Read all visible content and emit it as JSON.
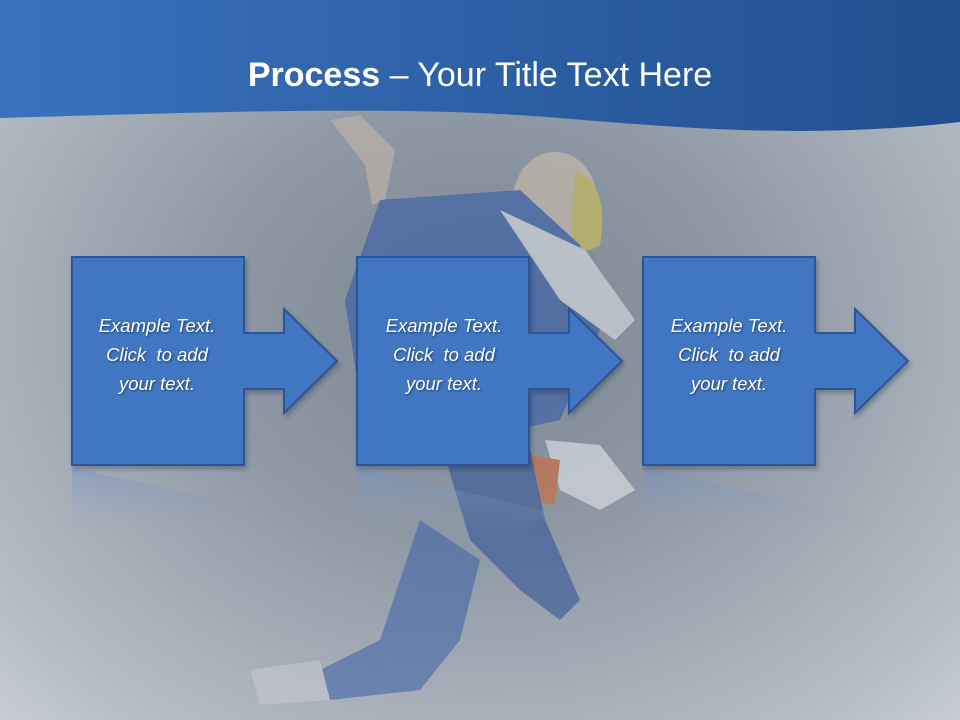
{
  "title": {
    "bold_part": "Process",
    "rest_part": " – Your Title Text Here"
  },
  "steps": [
    {
      "lines": [
        "Example Text.",
        "Click  to add",
        "your text."
      ]
    },
    {
      "lines": [
        "Example Text.",
        "Click  to add",
        "your text."
      ]
    },
    {
      "lines": [
        "Example Text.",
        "Click  to add",
        "your text."
      ]
    }
  ],
  "colors": {
    "header_dark": "#1f4f8e",
    "header_light": "#3a72bd",
    "box_fill": "#3f76c2",
    "box_border": "#2c5597",
    "background": "#9aa3ad"
  },
  "icons": {
    "step_arrow": "right-arrow-icon",
    "background_photo": "jumping-athlete-photo"
  }
}
